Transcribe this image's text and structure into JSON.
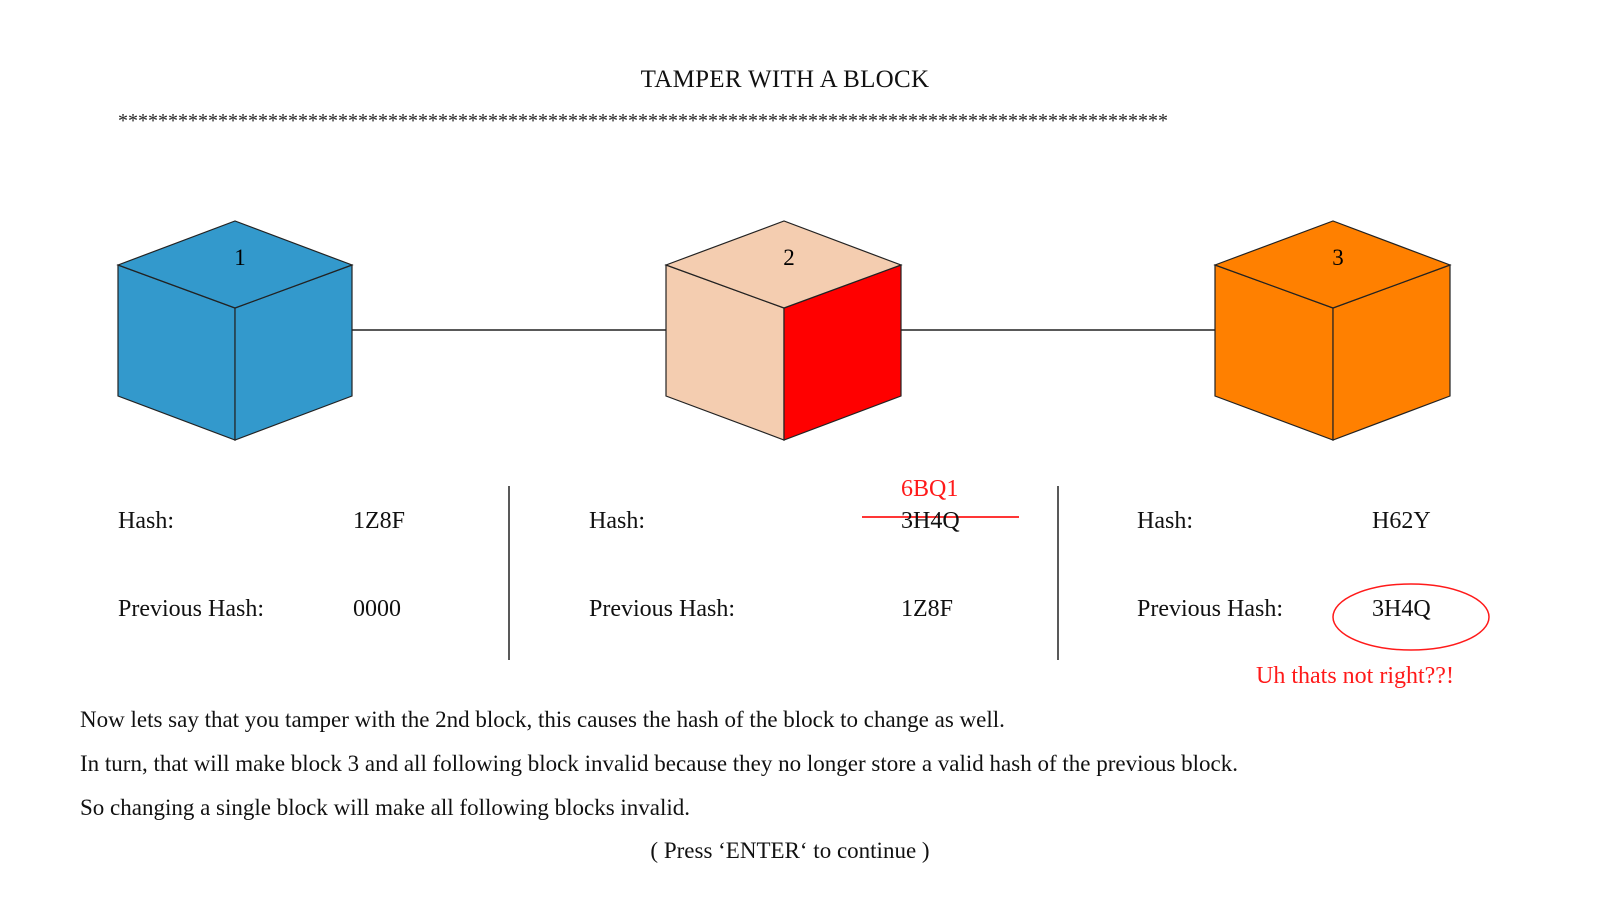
{
  "title": "TAMPER WITH A BLOCK",
  "separator": "*********************************************************************************************************",
  "colors": {
    "block1_top": "#3399cc",
    "block1_left": "#3399cc",
    "block1_right": "#3399cc",
    "block2_top": "#f4cdb0",
    "block2_left": "#f4cdb0",
    "block2_right": "#ff0000",
    "block3_top": "#ff8000",
    "block3_left": "#ff8000",
    "block3_right": "#ff8000",
    "alert": "#ff1a1a"
  },
  "blocks": [
    {
      "number": "1",
      "hash_label": "Hash:",
      "hash": "1Z8F",
      "prev_label": "Previous Hash:",
      "prev_hash": "0000"
    },
    {
      "number": "2",
      "hash_label": "Hash:",
      "hash": "3H4Q",
      "new_hash": "6BQ1",
      "prev_label": "Previous Hash:",
      "prev_hash": "1Z8F"
    },
    {
      "number": "3",
      "hash_label": "Hash:",
      "hash": "H62Y",
      "prev_label": "Previous Hash:",
      "prev_hash": "3H4Q",
      "warning": "Uh thats not right??!"
    }
  ],
  "paragraphs": [
    "Now lets say that you tamper with the 2nd block, this causes the hash of the block to change as well.",
    "In turn, that will make block 3 and all following block invalid because they no longer store a valid hash of the previous block.",
    "So changing a single block will make all following blocks invalid."
  ],
  "continue_prompt": "( Press ‘ENTER‘ to continue )"
}
